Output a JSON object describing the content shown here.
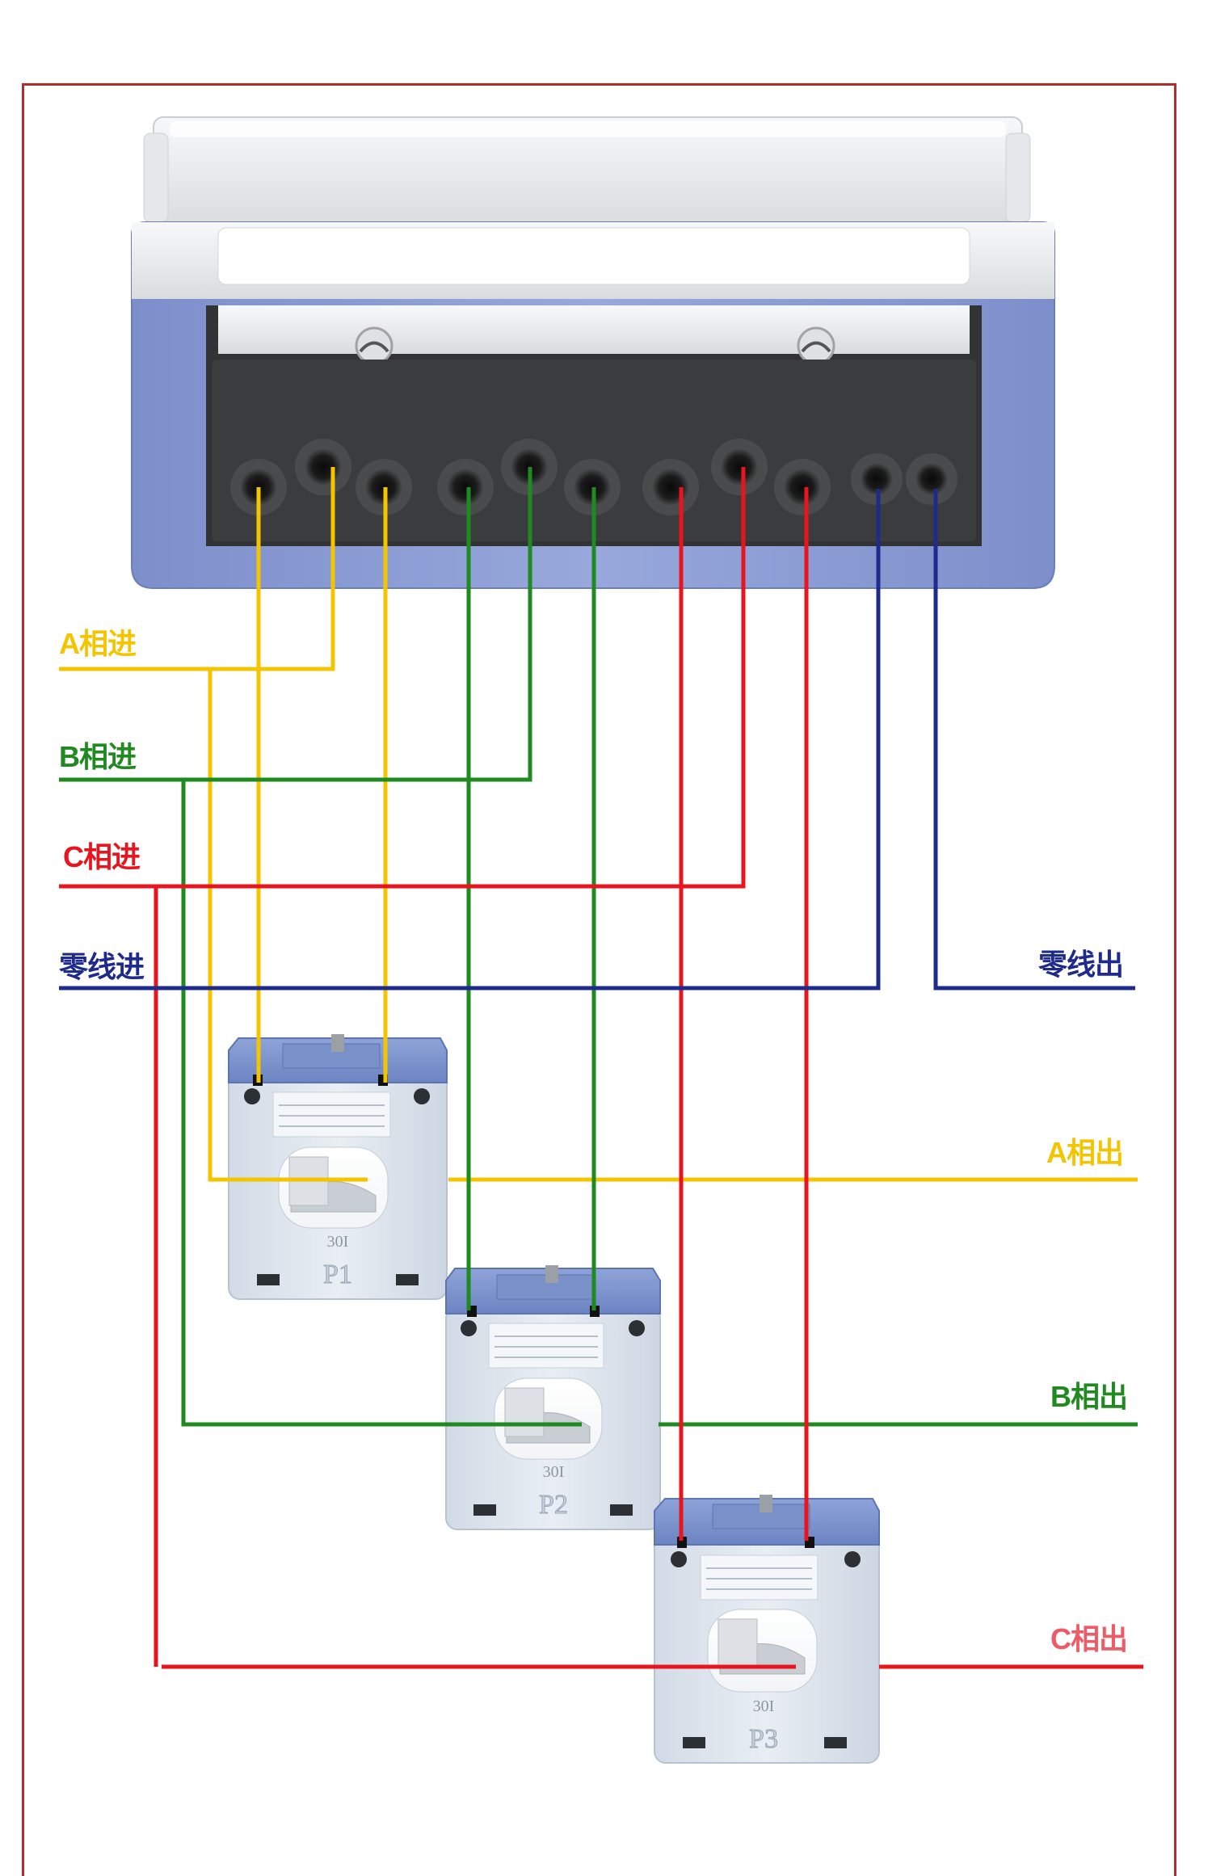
{
  "colors": {
    "phase_a": "#f5c400",
    "phase_b": "#1f8a1f",
    "phase_c": "#e8141e",
    "neutral": "#1e2a8c",
    "frame": "#b32c2c",
    "meter_white": "#eef0f2",
    "meter_blue": "#8a9bd0",
    "terminal_block": "#353637",
    "ct_body": "#e3e9f0",
    "ct_cap": "#7f97cf"
  },
  "labels": {
    "a_in": "A相进",
    "b_in": "B相进",
    "c_in": "C相进",
    "n_in": "零线进",
    "n_out": "零线出",
    "a_out": "A相出",
    "b_out": "B相出",
    "c_out": "C相出"
  },
  "transformers": [
    {
      "name": "P1",
      "rating": "30I"
    },
    {
      "name": "P2",
      "rating": "30I"
    },
    {
      "name": "P3",
      "rating": "30I"
    }
  ],
  "terminal_count": 11
}
